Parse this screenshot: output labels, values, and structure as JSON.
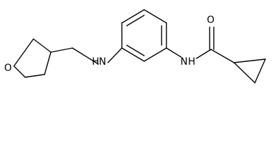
{
  "molecule": {
    "atoms": {
      "oxygen_ring": "O",
      "amine_n": "H",
      "amine_n_symbol": "N",
      "amide_n": "H",
      "amide_n_symbol": "N",
      "carbonyl_o": "O"
    }
  },
  "colors": {
    "bond": "#000000",
    "background": "#ffffff"
  }
}
